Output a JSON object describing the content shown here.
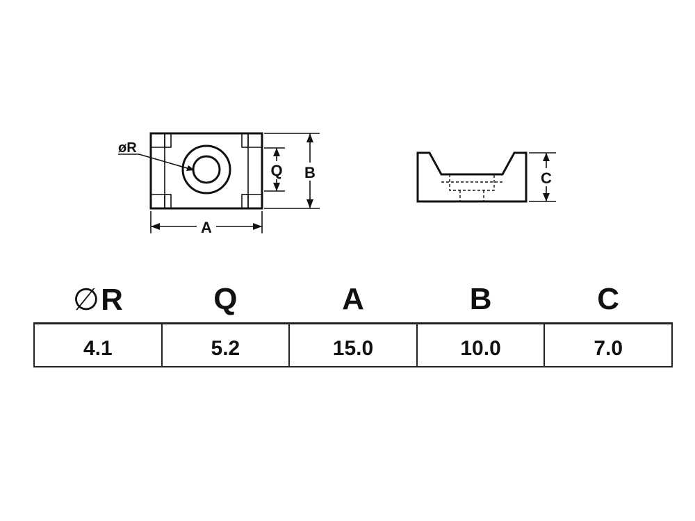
{
  "diagram": {
    "top_view": {
      "labels": {
        "hole_diameter": "øR",
        "slot_width": "Q",
        "width": "A",
        "depth": "B"
      }
    },
    "side_view": {
      "labels": {
        "height": "C"
      }
    }
  },
  "table": {
    "headers": [
      {
        "symbol": "∅",
        "text": "R"
      },
      {
        "symbol": "",
        "text": "Q"
      },
      {
        "symbol": "",
        "text": "A"
      },
      {
        "symbol": "",
        "text": "B"
      },
      {
        "symbol": "",
        "text": "C"
      }
    ],
    "values": [
      "4.1",
      "5.2",
      "15.0",
      "10.0",
      "7.0"
    ]
  }
}
